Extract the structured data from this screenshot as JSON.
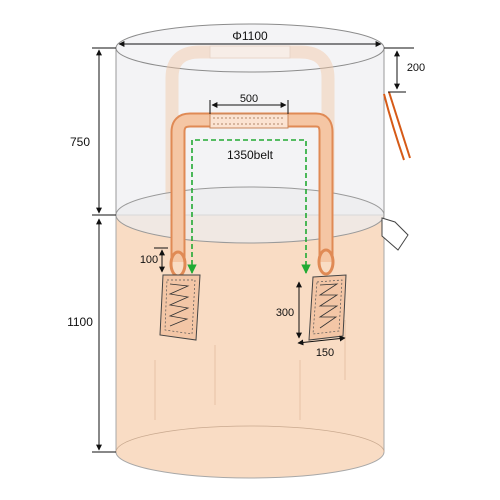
{
  "diagram": {
    "labels": {
      "diameter": "Φ1100",
      "belt_width": "500",
      "belt_length": "1350belt",
      "top_skirt_height": "750",
      "body_height": "1100",
      "cord_length": "200",
      "loop_offset": "100",
      "pocket_height": "300",
      "pocket_width": "150"
    },
    "colors": {
      "body_fill": "#f9dcc4",
      "top_skirt_fill": "#f1f1f3",
      "outline": "#9a9a9a",
      "belt": "#f2b890",
      "belt_edge": "#e08a55",
      "cord": "#d65a17",
      "belt_path": "#22aa33",
      "dimension": "#111111"
    }
  }
}
